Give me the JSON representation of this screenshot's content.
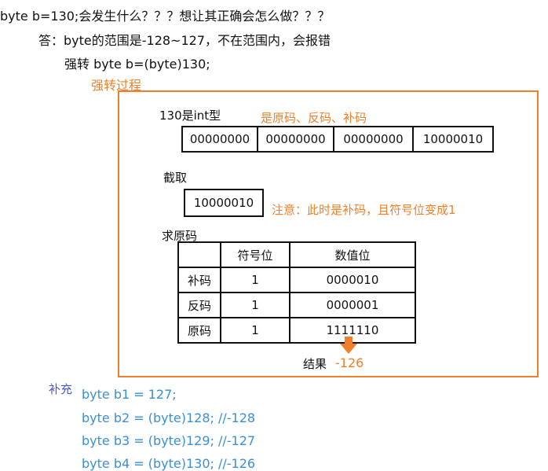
{
  "question": "byte b=130;会发生什么？？？想让其正确会怎么做？？？",
  "answer": "答：byte的范围是-128~127，不在范围内，会报错",
  "cast_statement": "强转 byte b=(byte)130;",
  "process_label": "强转过程",
  "int_label": "130是int型",
  "int_note": "是原码、反码、补码",
  "bytes": [
    "00000000",
    "00000000",
    "00000000",
    "10000010"
  ],
  "truncate_label": "截取",
  "truncated_value": "10000010",
  "truncate_note": "注意：此时是补码，且符号位变成1",
  "original_label": "求原码",
  "table": {
    "headers": [
      "",
      "符号位",
      "数值位"
    ],
    "rows": [
      {
        "name": "补码",
        "sign": "1",
        "value": "0000010"
      },
      {
        "name": "反码",
        "sign": "1",
        "value": "0000001"
      },
      {
        "name": "原码",
        "sign": "1",
        "value": "1111110"
      }
    ]
  },
  "result_label": "结果",
  "result_value": "-126",
  "supplement_label": "补充",
  "code_lines": [
    "byte b1 = 127;",
    "byte b2 = (byte)128; //-128",
    "byte b3 = (byte)129; //-127",
    "byte b4 = (byte)130; //-126"
  ],
  "colors": {
    "orange": "#f07f2a",
    "blue_code": "#3a8fd6",
    "supplement": "#4b55c8"
  }
}
